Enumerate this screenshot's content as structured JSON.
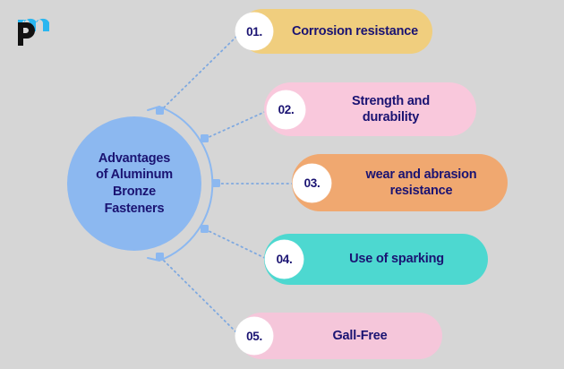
{
  "background_color": "#d6d6d6",
  "brand": {
    "logo_name": "pm-monogram-logo",
    "logo_letter_primary": "p",
    "logo_letter_secondary": "m",
    "logo_color_primary": "#111111",
    "logo_color_secondary": "#29b6f0"
  },
  "hub": {
    "label": "Advantages\nof Aluminum\nBronze\nFasteners",
    "fill_color": "#8cb8f0",
    "text_color": "#1a1372"
  },
  "connector": {
    "line_color": "#8cb8f0",
    "node_color": "#8cb8f0",
    "style": "dotted"
  },
  "items": [
    {
      "number": "01.",
      "label": "Corrosion resistance",
      "fill_color": "#f0ce7e",
      "text_color": "#1a1372",
      "badge_color": "#ffffff"
    },
    {
      "number": "02.",
      "label": "Strength and\ndurability",
      "fill_color": "#f9c8dc",
      "text_color": "#1a1372",
      "badge_color": "#ffffff"
    },
    {
      "number": "03.",
      "label": "wear and abrasion\nresistance",
      "fill_color": "#f0a870",
      "text_color": "#1a1372",
      "badge_color": "#ffffff"
    },
    {
      "number": "04.",
      "label": "Use of sparking",
      "fill_color": "#4dd8d0",
      "text_color": "#1a1372",
      "badge_color": "#ffffff"
    },
    {
      "number": "05.",
      "label": "Gall-Free",
      "fill_color": "#f5c6da",
      "text_color": "#1a1372",
      "badge_color": "#ffffff"
    }
  ]
}
